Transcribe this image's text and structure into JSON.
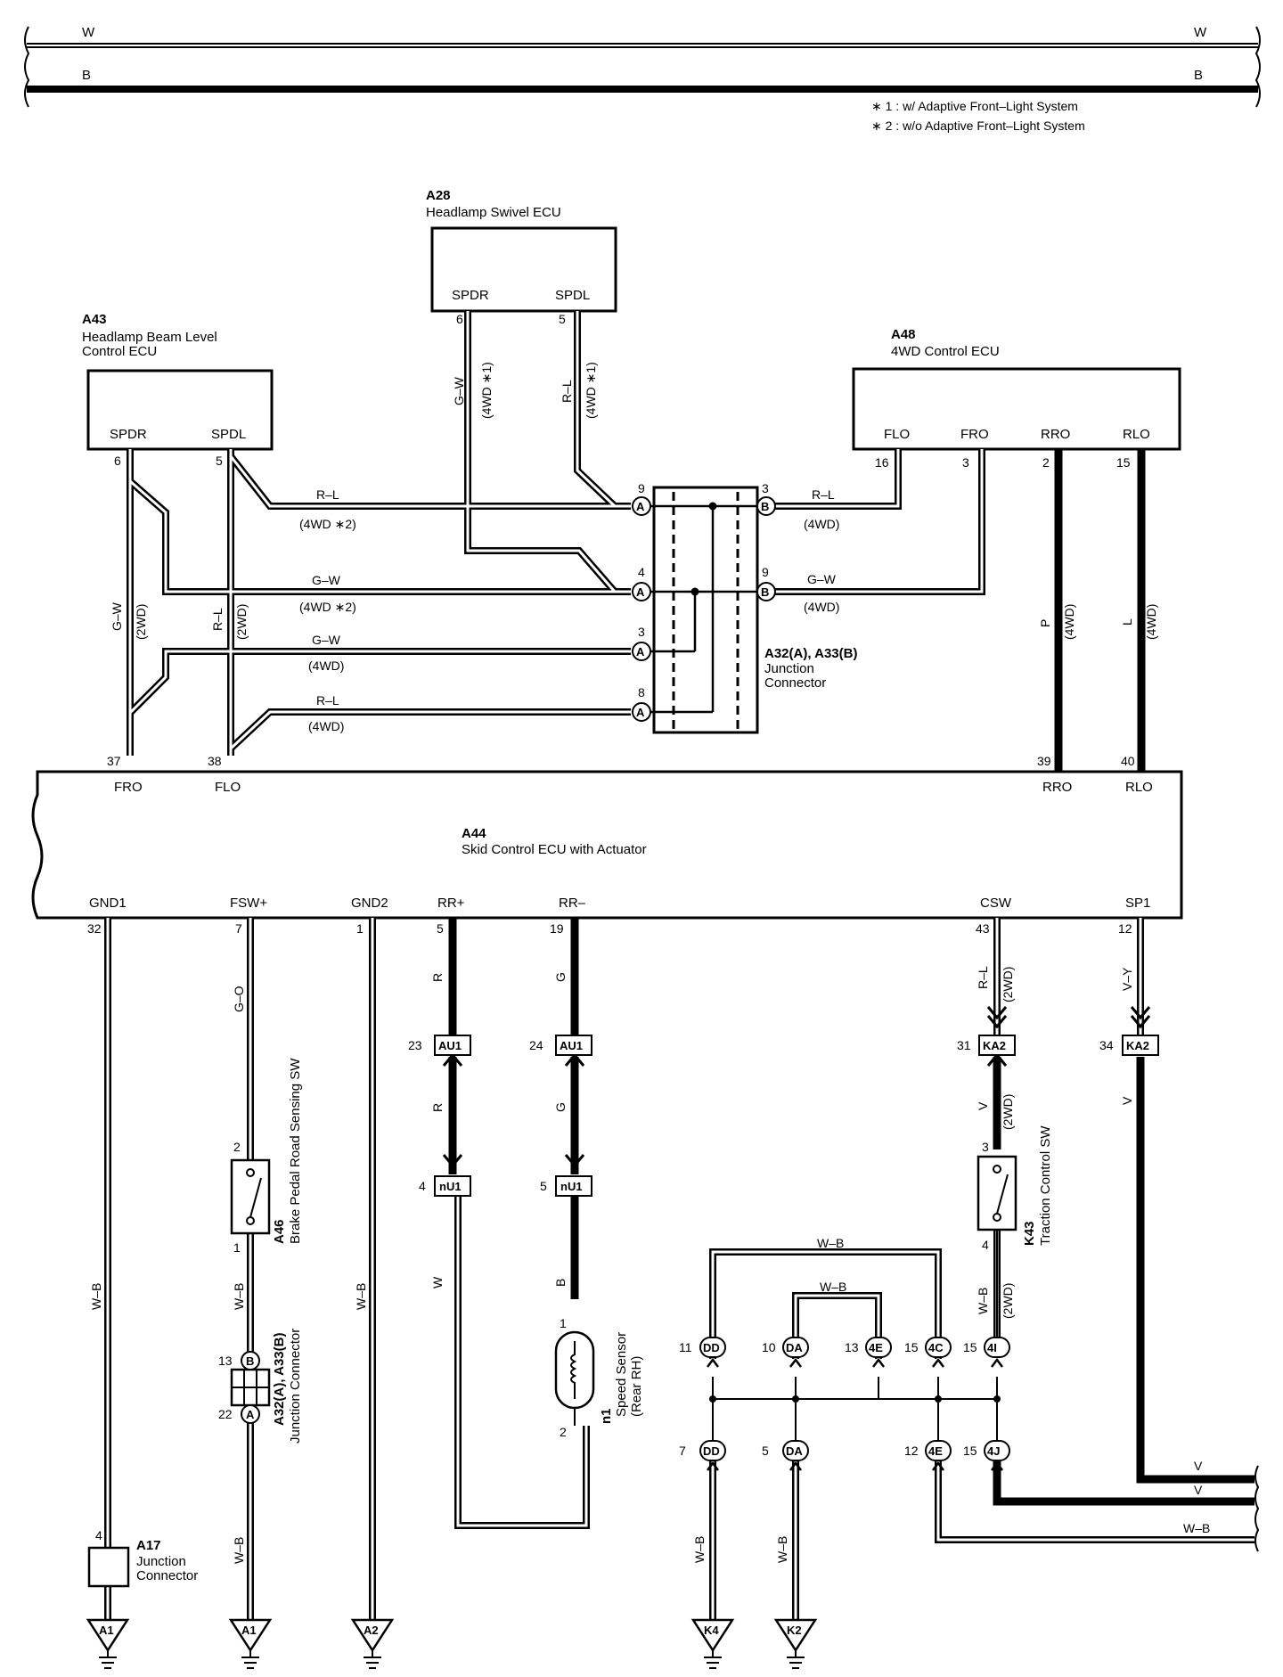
{
  "bus": {
    "w_left": "W",
    "w_right": "W",
    "b_left": "B",
    "b_right": "B"
  },
  "notes": [
    "∗ 1 : w/ Adaptive Front–Light System",
    "∗ 2 : w/o Adaptive Front–Light System"
  ],
  "a28": {
    "code": "A28",
    "name": "Headlamp Swivel ECU",
    "pin_spdr": "SPDR",
    "pin_spdl": "SPDL",
    "num_spdr": "6",
    "num_spdl": "5"
  },
  "a43": {
    "code": "A43",
    "name1": "Headlamp Beam Level",
    "name2": "Control ECU",
    "pin_spdr": "SPDR",
    "pin_spdl": "SPDL",
    "num_spdr": "6",
    "num_spdl": "5"
  },
  "a48": {
    "code": "A48",
    "name": "4WD Control ECU",
    "pins": [
      "FLO",
      "FRO",
      "RRO",
      "RLO"
    ],
    "nums": [
      "16",
      "3",
      "2",
      "15"
    ]
  },
  "a44": {
    "code": "A44",
    "name": "Skid Control ECU with Actuator",
    "top_pins": [
      "FRO",
      "FLO",
      "RRO",
      "RLO"
    ],
    "top_nums": [
      "37",
      "38",
      "39",
      "40"
    ],
    "bot_pins": [
      "GND1",
      "FSW+",
      "GND2",
      "RR+",
      "RR–",
      "CSW",
      "SP1"
    ],
    "bot_nums": [
      "32",
      "7",
      "1",
      "5",
      "19",
      "43",
      "12"
    ]
  },
  "jc": {
    "label1": "A32(A), A33(B)",
    "label2": "Junction",
    "label3": "Connector",
    "a_pins": [
      "9",
      "4",
      "3",
      "8"
    ],
    "b_pins": [
      "3",
      "9"
    ],
    "a": "A",
    "b": "B"
  },
  "wires": {
    "r_l": "R–L",
    "g_w": "G–W",
    "w_b": "W–B",
    "g_o": "G–O",
    "r": "R",
    "g": "G",
    "w": "W",
    "b": "B",
    "v": "V",
    "v_y": "V–Y",
    "p": "P",
    "l": "L",
    "c_4wd": "(4WD)",
    "c_2wd": "(2WD)",
    "c_4wd1": "(4WD ∗1)",
    "c_4wd2": "(4WD ∗2)"
  },
  "a46": {
    "code": "A46",
    "name": "Brake Pedal Road Sensing SW",
    "pin_top": "2",
    "pin_bot": "1"
  },
  "a32b": {
    "code": "A32(A), A33(B)",
    "name": "Junction Connector",
    "pin_b": "13",
    "pin_a": "22",
    "b": "B",
    "a": "A"
  },
  "a17": {
    "code": "A17",
    "name1": "Junction",
    "name2": "Connector",
    "pin": "4"
  },
  "n1": {
    "code": "n1",
    "name1": "Speed Sensor",
    "name2": "(Rear RH)",
    "pin1": "1",
    "pin2": "2"
  },
  "k43": {
    "code": "K43",
    "name": "Traction Control SW",
    "pin_top": "3",
    "pin_bot": "4"
  },
  "conn": {
    "au1": "AU1",
    "nu1": "nU1",
    "ka2": "KA2",
    "au1_23": "23",
    "au1_24": "24",
    "nu1_4": "4",
    "nu1_5": "5",
    "ka2_31": "31",
    "ka2_34": "34"
  },
  "bottom_conn": {
    "top": [
      {
        "n": "11",
        "c": "DD"
      },
      {
        "n": "10",
        "c": "DA"
      },
      {
        "n": "13",
        "c": "4E"
      },
      {
        "n": "15",
        "c": "4C"
      },
      {
        "n": "15",
        "c": "4I"
      }
    ],
    "bot": [
      {
        "n": "7",
        "c": "DD"
      },
      {
        "n": "5",
        "c": "DA"
      },
      {
        "n": "12",
        "c": "4E"
      },
      {
        "n": "15",
        "c": "4J"
      }
    ]
  },
  "grounds": [
    "A1",
    "A1",
    "A2",
    "K4",
    "K2"
  ],
  "right_exits": [
    "V",
    "V",
    "W–B"
  ]
}
